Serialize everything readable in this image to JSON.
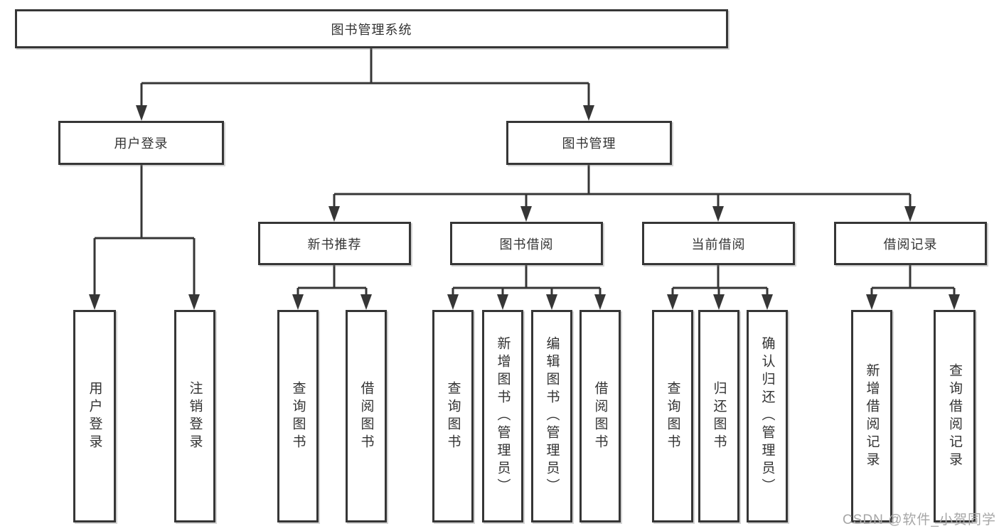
{
  "diagram": {
    "title": "图书管理系统",
    "tree": {
      "root": {
        "label": "图书管理系统",
        "children": [
          {
            "label": "用户登录",
            "children": [
              {
                "label": "用户登录"
              },
              {
                "label": "注销登录"
              }
            ]
          },
          {
            "label": "图书管理",
            "children": [
              {
                "label": "新书推荐",
                "children": [
                  {
                    "label": "查询图书"
                  },
                  {
                    "label": "借阅图书"
                  }
                ]
              },
              {
                "label": "图书借阅",
                "children": [
                  {
                    "label": "查询图书"
                  },
                  {
                    "label": "新增图书（管理员）"
                  },
                  {
                    "label": "编辑图书（管理员）"
                  },
                  {
                    "label": "借阅图书"
                  }
                ]
              },
              {
                "label": "当前借阅",
                "children": [
                  {
                    "label": "查询图书"
                  },
                  {
                    "label": "归还图书"
                  },
                  {
                    "label": "确认归还（管理员）"
                  }
                ]
              },
              {
                "label": "借阅记录",
                "children": [
                  {
                    "label": "新增借阅记录"
                  },
                  {
                    "label": "查询借阅记录"
                  }
                ]
              }
            ]
          }
        ]
      }
    },
    "colors": {
      "line": "#363636",
      "text": "#333333",
      "watermark": "#a6a6a6"
    }
  },
  "watermark": "CSDN @软件_小贺同学"
}
